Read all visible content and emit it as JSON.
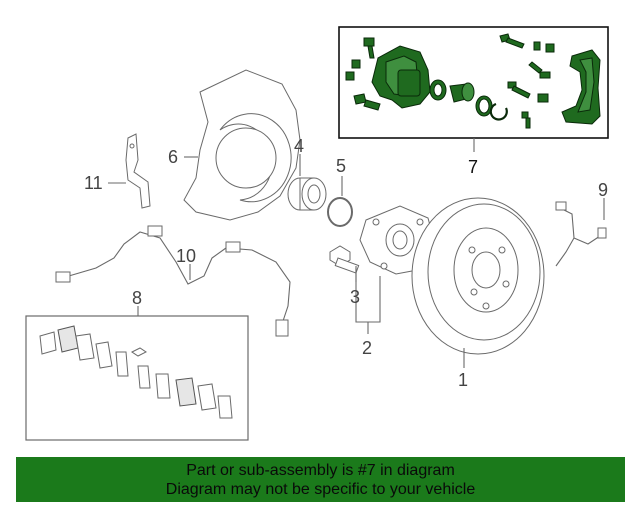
{
  "diagram": {
    "callouts": {
      "c1": "1",
      "c2": "2",
      "c3": "3",
      "c4": "4",
      "c5": "5",
      "c6": "6",
      "c7": "7",
      "c8": "8",
      "c9": "9",
      "c10": "10",
      "c11": "11"
    },
    "highlight_color": "#1f6a1f"
  },
  "banner": {
    "line1": "Part or sub-assembly is #7 in diagram",
    "line2": "Diagram may not be specific to your vehicle",
    "background": "#1b7a1b"
  }
}
